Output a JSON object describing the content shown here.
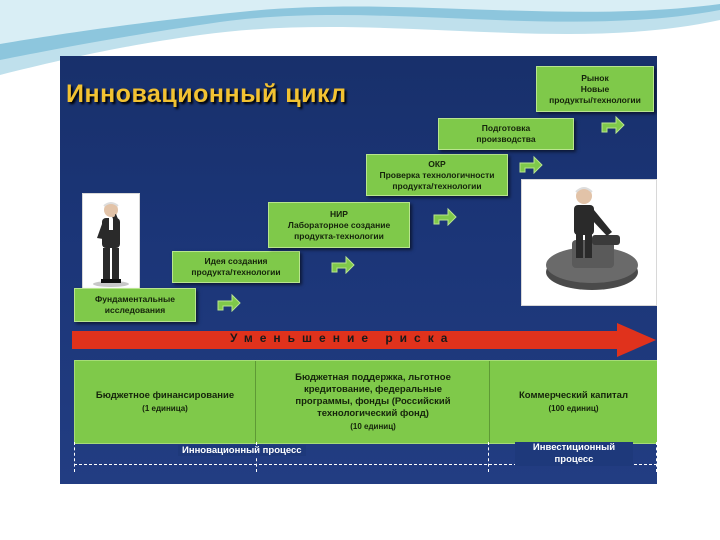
{
  "title": "Инновационный цикл",
  "steps": [
    {
      "lines": [
        "Фундаментальные",
        "исследования"
      ]
    },
    {
      "lines": [
        "Идея создания",
        "продукта/технологии"
      ]
    },
    {
      "lines": [
        "НИР",
        "Лабораторное создание",
        "продукта-технологии"
      ]
    },
    {
      "lines": [
        "ОКР",
        "Проверка технологичности",
        "продукта/технологии"
      ]
    },
    {
      "lines": [
        "Подготовка",
        "производства"
      ]
    },
    {
      "lines": [
        "Рынок",
        "Новые",
        "продукты/технологии"
      ]
    }
  ],
  "risk_label": "Уменьшение риска",
  "funding": [
    {
      "main": "Бюджетное финансирование",
      "sub": "(1 единица)"
    },
    {
      "main": "Бюджетная поддержка, льготное кредитование, федеральные программы, фонды (Российский технологический фонд)",
      "sub": "(10 единиц)"
    },
    {
      "main": "Коммерческий капитал",
      "sub": "(100 единиц)"
    }
  ],
  "process": {
    "innovation": "Инновационный процесс",
    "investment": "Инвестиционный процесс"
  },
  "colors": {
    "panel_bg": "#1b3577",
    "title": "#f2c232",
    "step_fill": "#7fc94a",
    "risk_arrow": "#e0321c"
  }
}
